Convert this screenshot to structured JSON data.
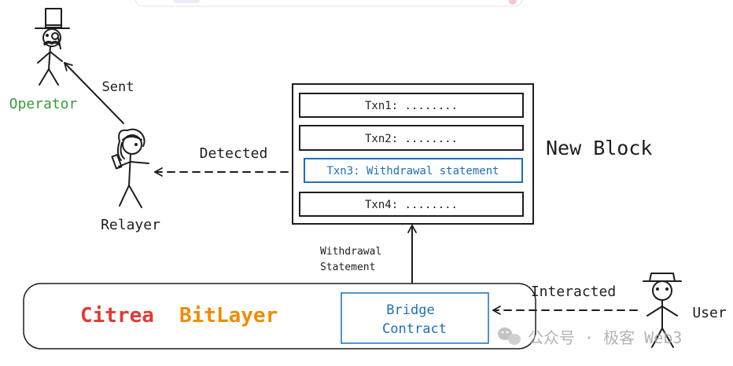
{
  "actors": {
    "operator": "Operator",
    "relayer": "Relayer",
    "user": "User"
  },
  "edges": {
    "sent": "Sent",
    "detected": "Detected",
    "withdrawal_statement": [
      "Withdrawal",
      "Statement"
    ],
    "interacted": "Interacted"
  },
  "block": {
    "title": "New Block",
    "txns": [
      {
        "label": "Txn1: ........",
        "highlight": false
      },
      {
        "label": "Txn2: ........",
        "highlight": false
      },
      {
        "label": "Txn3: Withdrawal statement",
        "highlight": true
      },
      {
        "label": "Txn4: ........",
        "highlight": false
      }
    ]
  },
  "layer": {
    "chain_a": "Citrea",
    "chain_b": "BitLayer",
    "contract": [
      "Bridge",
      "Contract"
    ]
  },
  "watermark": "公众号 · 极客 Web3",
  "colors": {
    "operator": "#3a9a3a",
    "citrea": "#e53935",
    "bitlayer": "#f08c00",
    "highlight": "#1c6fc0",
    "ink": "#1e1e1e"
  }
}
